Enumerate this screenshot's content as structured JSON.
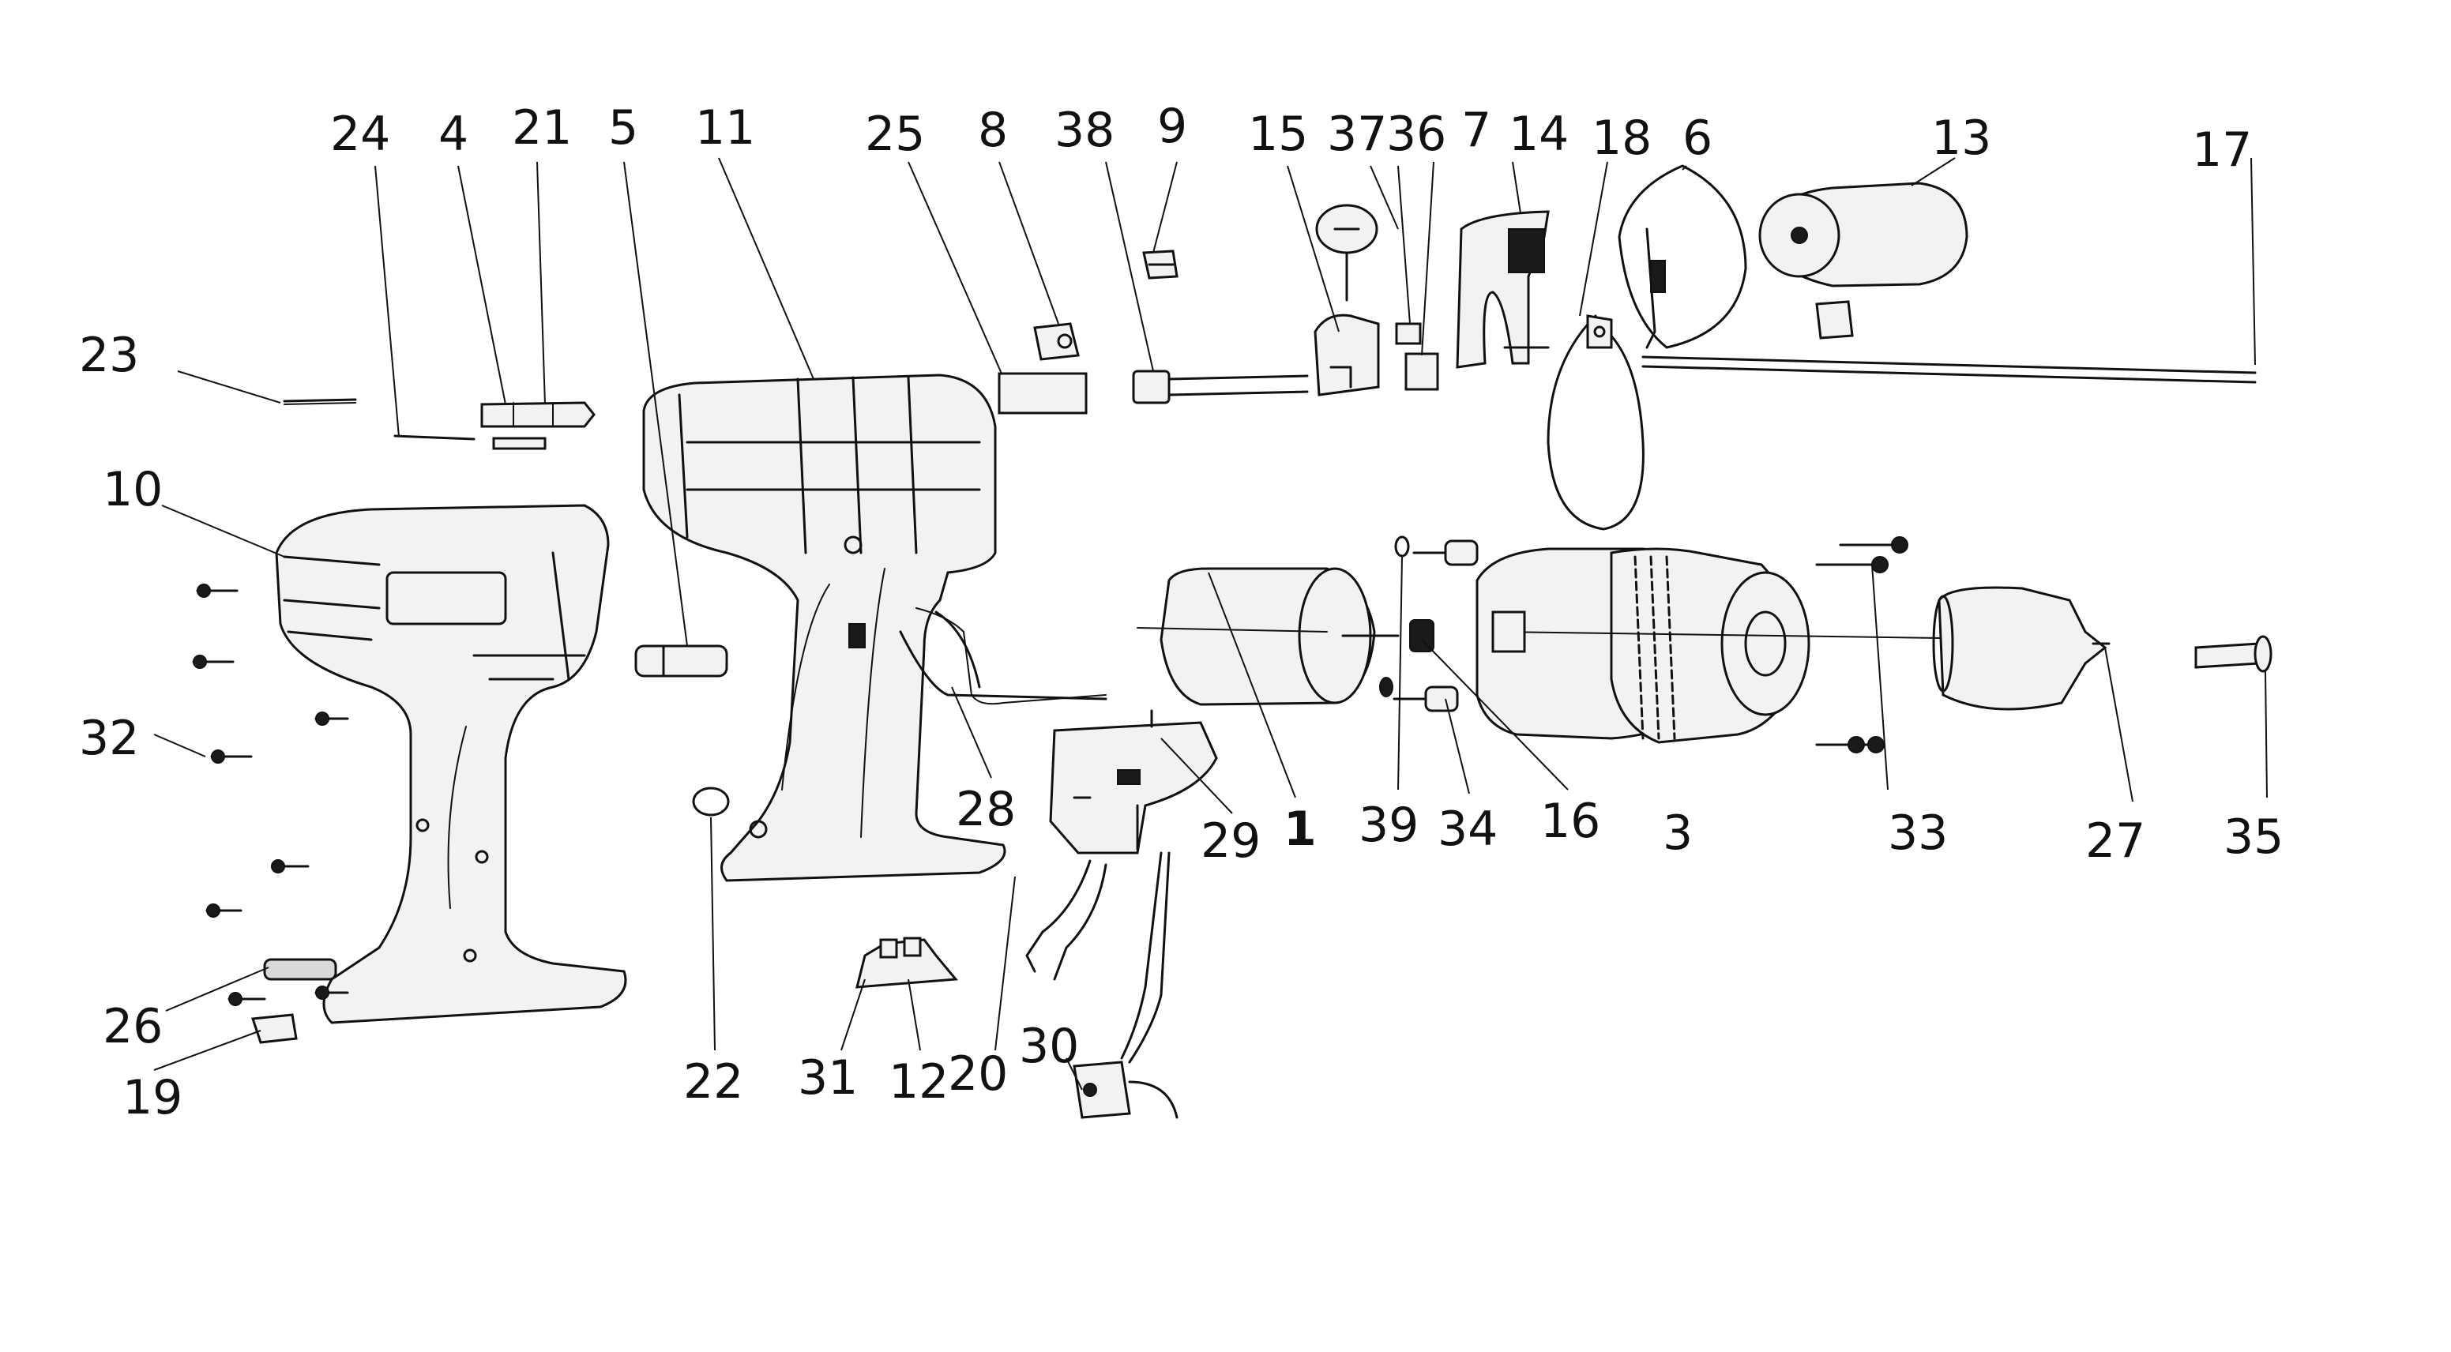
{
  "diagram": {
    "callouts": [
      {
        "id": "24",
        "label": "24"
      },
      {
        "id": "4",
        "label": "4"
      },
      {
        "id": "21",
        "label": "21"
      },
      {
        "id": "5",
        "label": "5"
      },
      {
        "id": "11",
        "label": "11"
      },
      {
        "id": "25",
        "label": "25"
      },
      {
        "id": "8",
        "label": "8"
      },
      {
        "id": "38",
        "label": "38"
      },
      {
        "id": "9",
        "label": "9"
      },
      {
        "id": "15",
        "label": "15"
      },
      {
        "id": "37",
        "label": "37"
      },
      {
        "id": "36",
        "label": "36"
      },
      {
        "id": "7",
        "label": "7"
      },
      {
        "id": "14",
        "label": "14"
      },
      {
        "id": "18",
        "label": "18"
      },
      {
        "id": "6",
        "label": "6"
      },
      {
        "id": "13",
        "label": "13"
      },
      {
        "id": "17",
        "label": "17"
      },
      {
        "id": "23",
        "label": "23"
      },
      {
        "id": "10",
        "label": "10"
      },
      {
        "id": "32",
        "label": "32"
      },
      {
        "id": "26",
        "label": "26"
      },
      {
        "id": "19",
        "label": "19"
      },
      {
        "id": "22",
        "label": "22"
      },
      {
        "id": "31",
        "label": "31"
      },
      {
        "id": "12",
        "label": "12"
      },
      {
        "id": "20",
        "label": "20"
      },
      {
        "id": "30",
        "label": "30"
      },
      {
        "id": "28",
        "label": "28"
      },
      {
        "id": "29",
        "label": "29"
      },
      {
        "id": "1",
        "label": "1"
      },
      {
        "id": "39",
        "label": "39"
      },
      {
        "id": "34",
        "label": "34"
      },
      {
        "id": "16",
        "label": "16"
      },
      {
        "id": "3",
        "label": "3"
      },
      {
        "id": "33",
        "label": "33"
      },
      {
        "id": "27",
        "label": "27"
      },
      {
        "id": "35",
        "label": "35"
      }
    ]
  }
}
